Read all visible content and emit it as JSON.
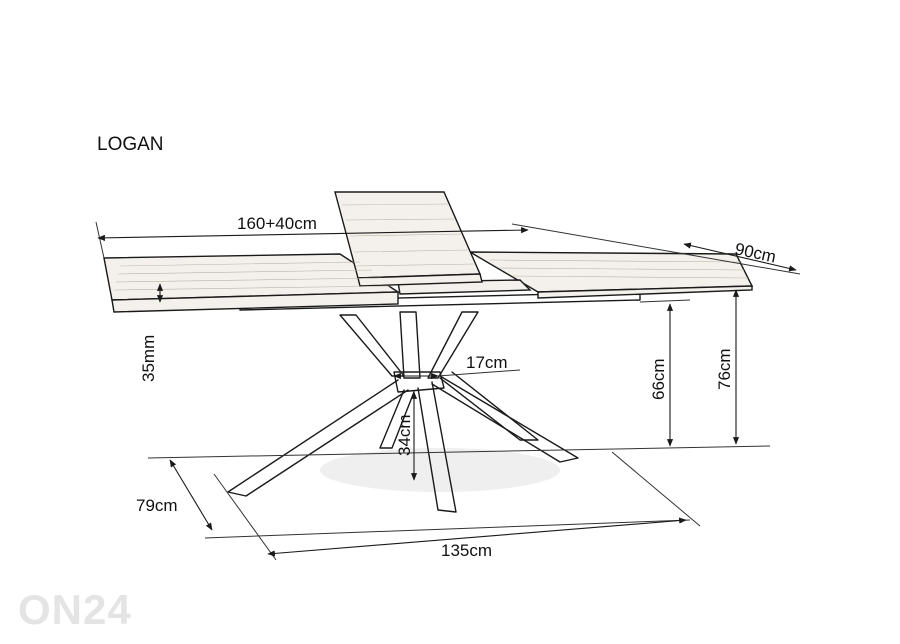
{
  "title": "LOGAN",
  "watermark": "ON24",
  "dimensions": {
    "length": "160+40cm",
    "width": "90cm",
    "top_thickness": "35mm",
    "height_total": "76cm",
    "height_under_frame": "66cm",
    "leg_crossing_width": "17cm",
    "leg_crossing_height": "34cm",
    "base_width": "79cm",
    "base_length": "135cm"
  }
}
